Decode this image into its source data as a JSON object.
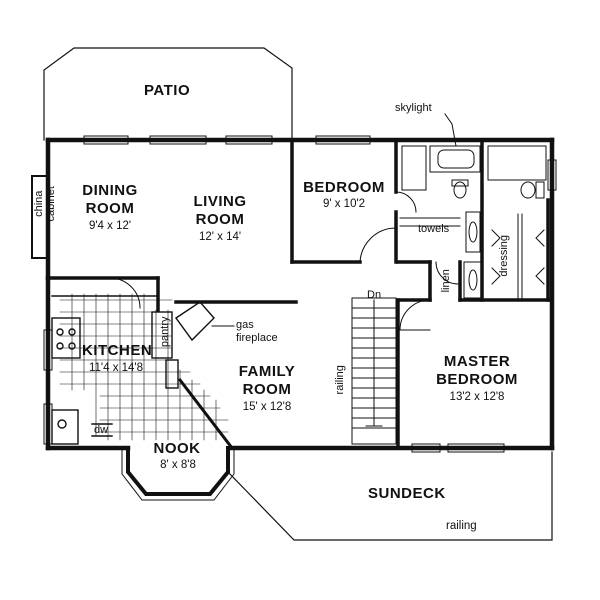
{
  "plan": {
    "patio": "PATIO",
    "skylight": "skylight",
    "china_cabinet": [
      "china",
      "cabinet"
    ],
    "dining": {
      "name": [
        "DINING",
        "ROOM"
      ],
      "size": "9'4 x 12'"
    },
    "living": {
      "name": [
        "LIVING",
        "ROOM"
      ],
      "size": "12' x 14'"
    },
    "bedroom": {
      "name": "BEDROOM",
      "size": "9' x 10'2"
    },
    "towels": "towels",
    "linen": "linen",
    "dressing": "dressing",
    "kitchen": {
      "name": "KITCHEN",
      "size": "11'4 x 14'8"
    },
    "pantry": "pantry",
    "gas_fireplace": [
      "gas",
      "fireplace"
    ],
    "family": {
      "name": [
        "FAMILY",
        "ROOM"
      ],
      "size": "15' x 12'8"
    },
    "stair_dn": "Dn",
    "railing_stair": "railing",
    "master": {
      "name": [
        "MASTER",
        "BEDROOM"
      ],
      "size": "13'2 x 12'8"
    },
    "dw": "dw",
    "nook": {
      "name": "NOOK",
      "size": "8' x 8'8"
    },
    "sundeck": "SUNDECK",
    "railing_deck": "railing"
  }
}
